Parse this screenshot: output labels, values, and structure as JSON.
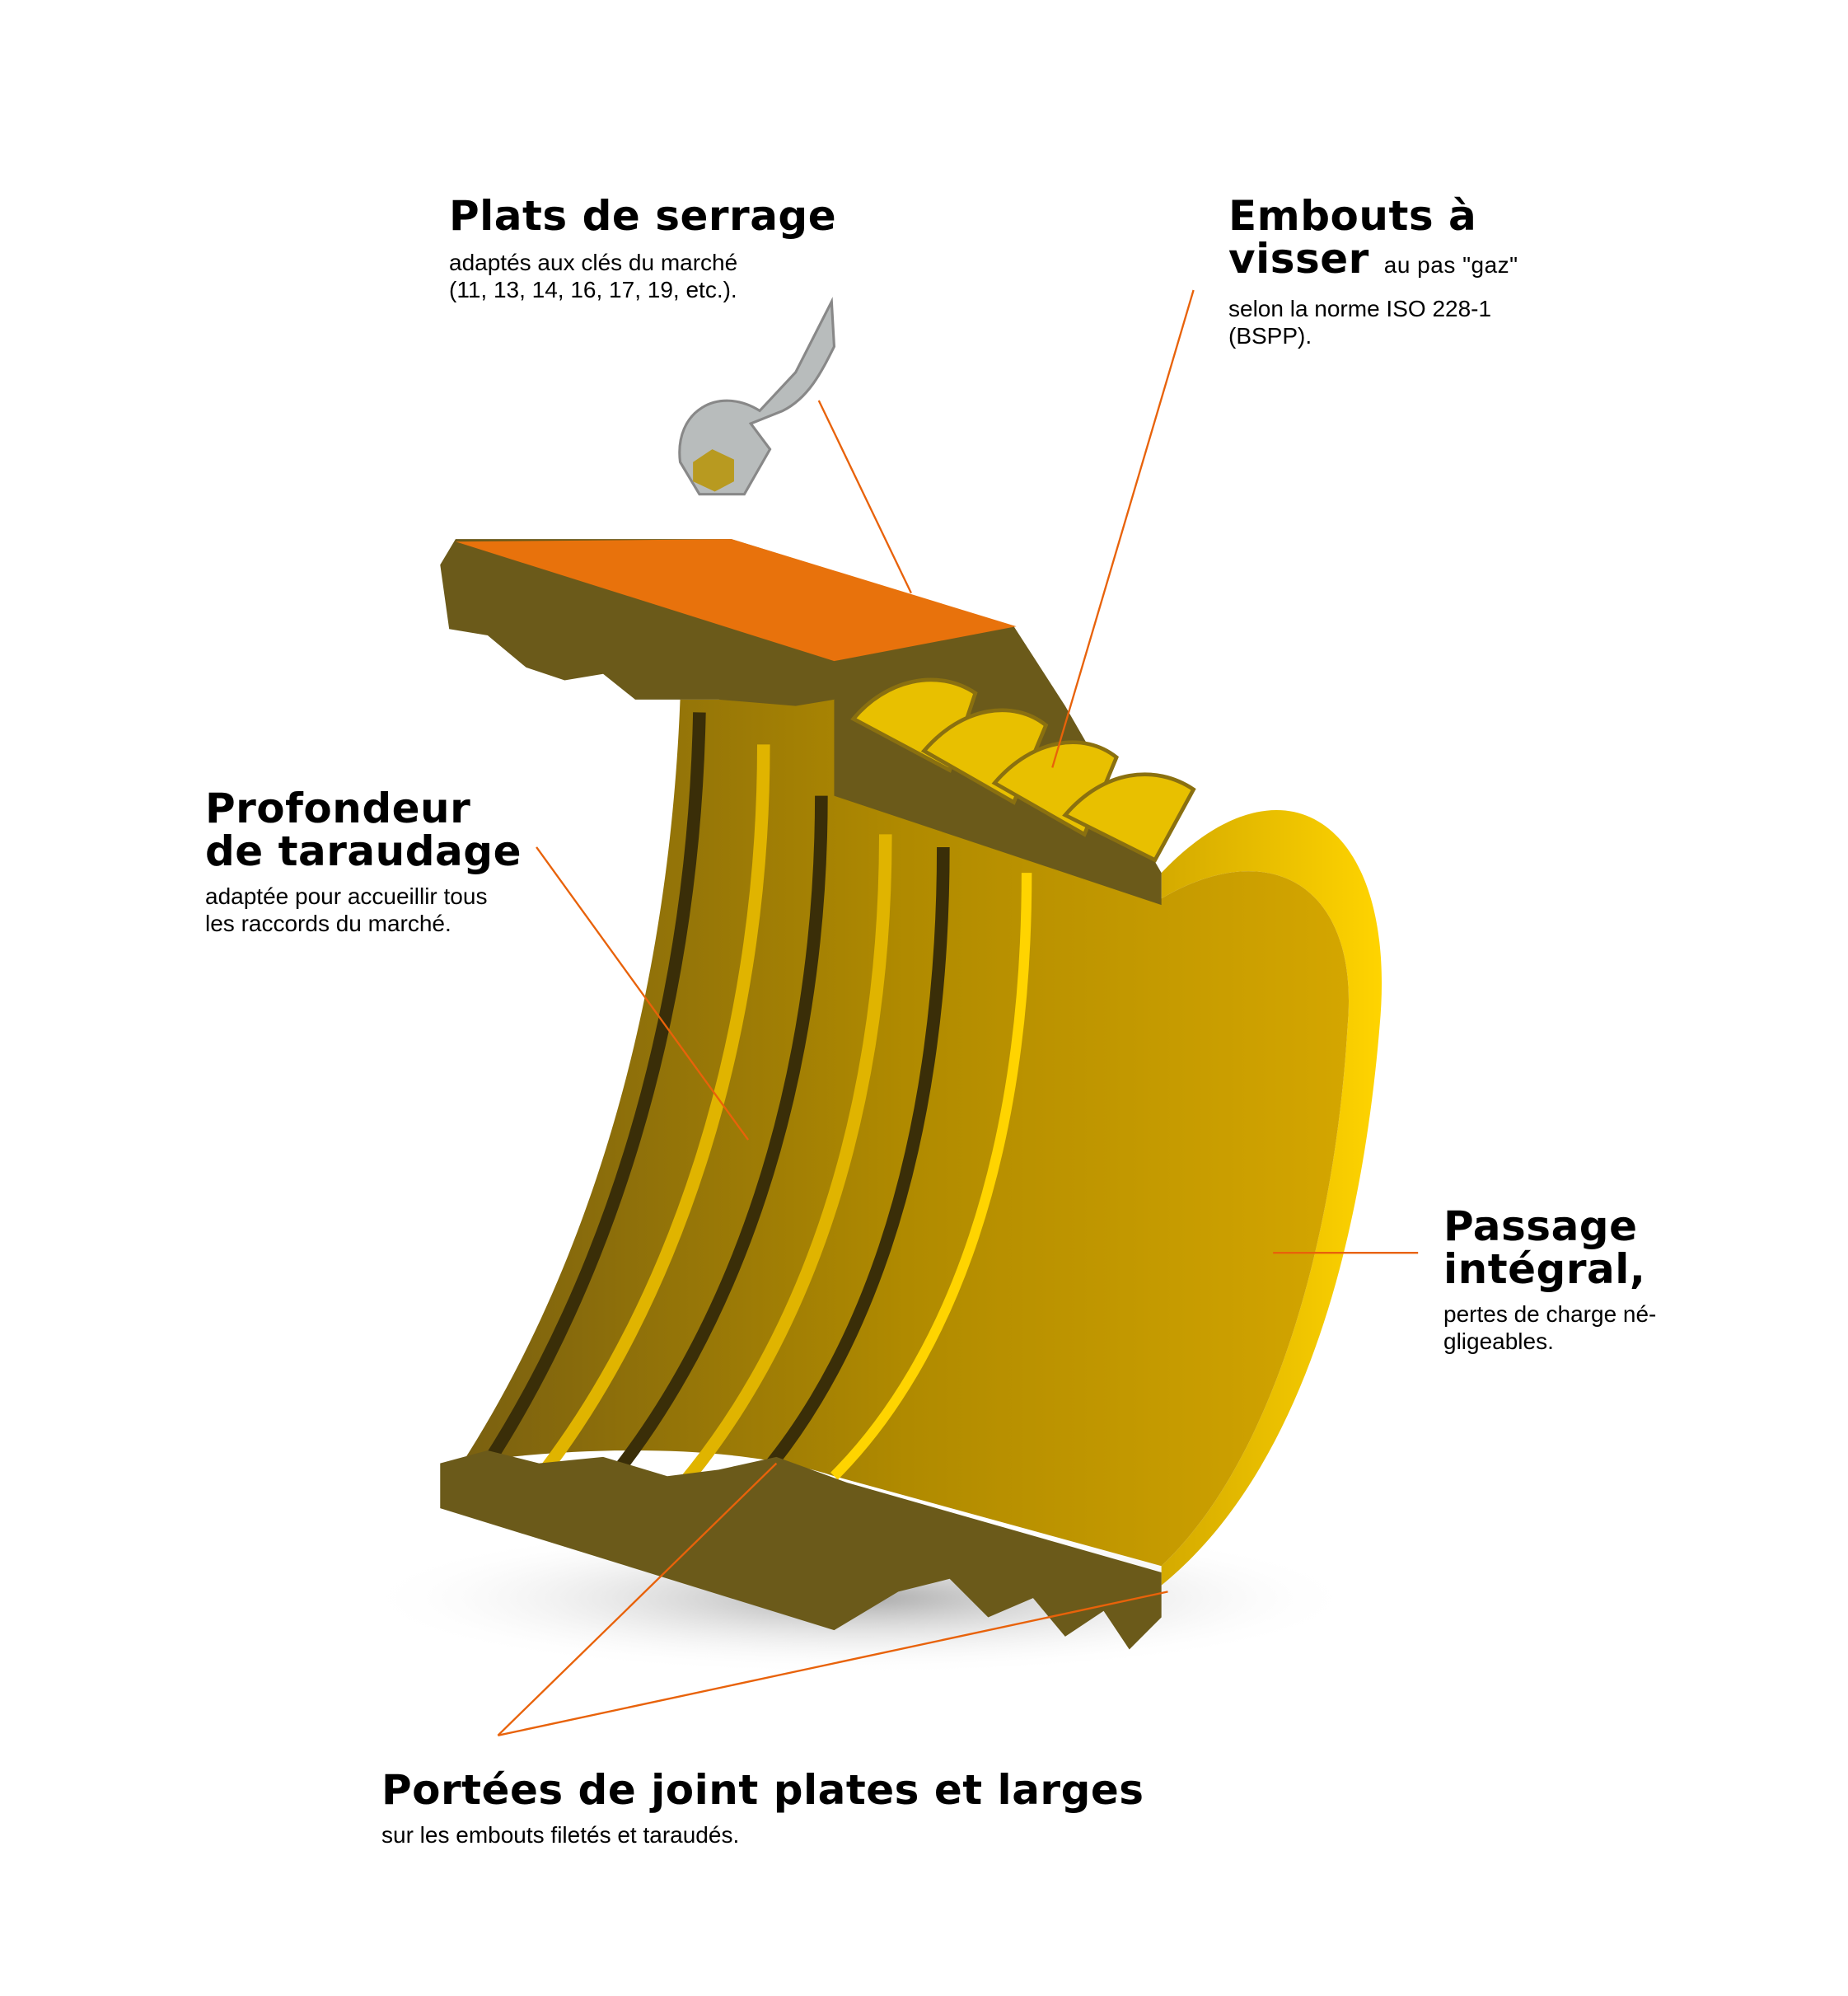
{
  "callouts": {
    "plats": {
      "title": "Plats de serrage",
      "line1": "adaptés aux clés du marché",
      "line2": "(11, 13, 14, 16, 17, 19, etc.)."
    },
    "embouts": {
      "title1": "Embouts à",
      "title2": "visser",
      "inline": "au pas \"gaz\"",
      "line1": "selon la norme ISO 228-1",
      "line2": "(BSPP)."
    },
    "profondeur": {
      "title1": "Profondeur",
      "title2": "de taraudage",
      "line1": "adaptée pour accueillir tous",
      "line2": "les raccords du marché."
    },
    "passage": {
      "title1": "Passage",
      "title2": "intégral,",
      "line1": "pertes de charge né-",
      "line2": "gligeables."
    },
    "portees": {
      "title": "Portées de joint plates et larges",
      "line1": "sur les embouts filetés et taraudés."
    }
  },
  "colors": {
    "leader": "#e8620a",
    "brass": "#c8a000",
    "brass_dark": "#6b5a1a",
    "flat": "#e8720c",
    "wrench": "#b8bcbc"
  }
}
